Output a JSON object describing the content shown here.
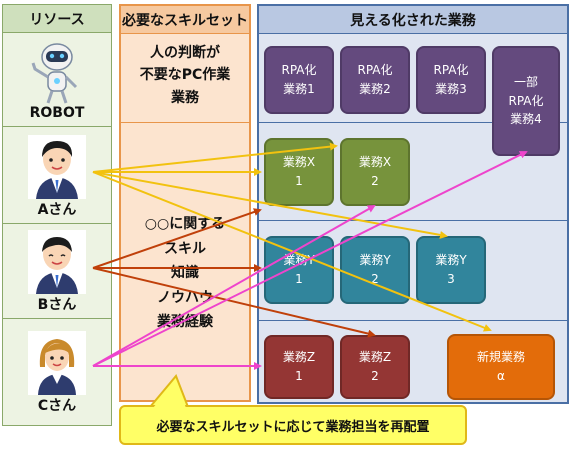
{
  "headers": {
    "resources": "リソース",
    "skills": "必要なスキルセット",
    "work": "見える化された業務"
  },
  "resources": [
    {
      "label": "ROBOT"
    },
    {
      "label": "Aさん"
    },
    {
      "label": "Bさん"
    },
    {
      "label": "Cさん"
    }
  ],
  "skills": {
    "top": [
      "人の判断が",
      "不要なPC作業",
      "業務"
    ],
    "middle": [
      "○○に関する",
      "スキル",
      "知識",
      "ノウハウ",
      "業務経験"
    ]
  },
  "tasks": {
    "rpa1": [
      "RPA化",
      "業務1"
    ],
    "rpa2": [
      "RPA化",
      "業務2"
    ],
    "rpa3": [
      "RPA化",
      "業務3"
    ],
    "rpa4": [
      "一部",
      "RPA化",
      "業務4"
    ],
    "x1": [
      "業務X",
      "1"
    ],
    "x2": [
      "業務X",
      "2"
    ],
    "y1": [
      "業務Y",
      "1"
    ],
    "y2": [
      "業務Y",
      "2"
    ],
    "y3": [
      "業務Y",
      "3"
    ],
    "z1": [
      "業務Z",
      "1"
    ],
    "z2": [
      "業務Z",
      "2"
    ],
    "new": [
      "新規業務",
      "α"
    ]
  },
  "callout": "必要なスキルセットに応じて業務担当を再配置",
  "colors": {
    "rpa": "#644a7e",
    "x": "#77933c",
    "y": "#31859c",
    "z": "#943634",
    "new": "#e36c0a",
    "arrow_a": "#f2c20f",
    "arrow_b": "#c0400a",
    "arrow_c": "#ee44cc"
  }
}
